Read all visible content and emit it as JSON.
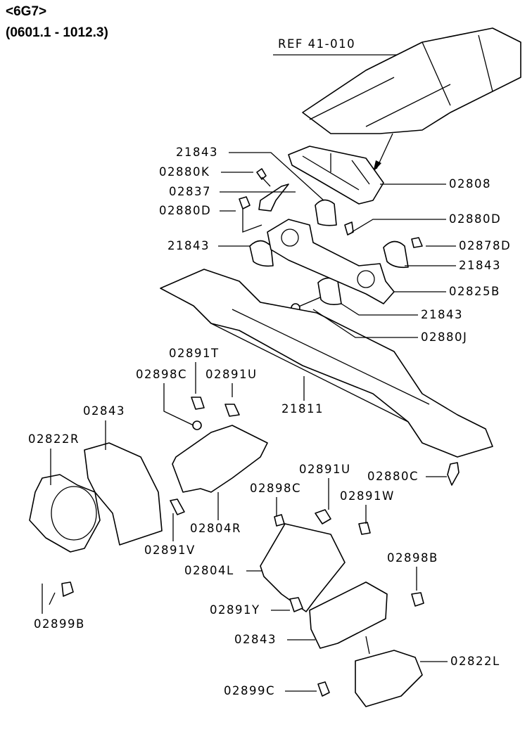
{
  "header": {
    "engine": "<6G7>",
    "date_range": "(0601.1 - 1012.3)"
  },
  "reference": "REF 41-010",
  "callouts": {
    "c1": "21843",
    "c2": "02880K",
    "c3": "02837",
    "c4": "02880D",
    "c5": "21843",
    "c6": "02808",
    "c7": "02880D",
    "c8": "02878D",
    "c9": "21843",
    "c10": "02825B",
    "c11": "21843",
    "c12": "02880J",
    "c13": "21811",
    "c14": "02891T",
    "c15": "02898C",
    "c16": "02891U",
    "c17": "02843",
    "c18": "02822R",
    "c19": "02804R",
    "c20": "02891V",
    "c21": "02899B",
    "c22": "02891U",
    "c23": "02898C",
    "c24": "02891W",
    "c25": "02880C",
    "c26": "02898B",
    "c27": "02804L",
    "c28": "02891Y",
    "c29": "02843",
    "c30": "02822L",
    "c31": "02899C"
  }
}
